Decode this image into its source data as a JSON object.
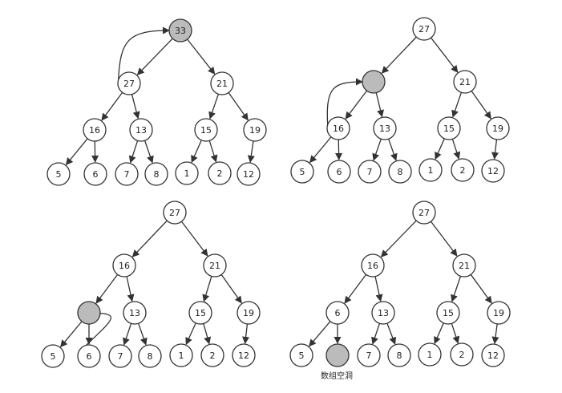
{
  "colors": {
    "stroke": "#333333",
    "node_fill": "#ffffff",
    "hole_fill": "#bbbbbb"
  },
  "diagrams": [
    {
      "nodes": [
        {
          "id": "root",
          "label": "33",
          "hole": true
        },
        {
          "id": "l",
          "label": "27"
        },
        {
          "id": "r",
          "label": "21"
        },
        {
          "id": "ll",
          "label": "16"
        },
        {
          "id": "lr",
          "label": "13"
        },
        {
          "id": "rl",
          "label": "15"
        },
        {
          "id": "rr",
          "label": "19"
        },
        {
          "id": "lll",
          "label": "5"
        },
        {
          "id": "llr",
          "label": "6"
        },
        {
          "id": "lrl",
          "label": "7"
        },
        {
          "id": "lrr",
          "label": "8"
        },
        {
          "id": "rll",
          "label": "1"
        },
        {
          "id": "rlr",
          "label": "2"
        },
        {
          "id": "rrl",
          "label": "12"
        }
      ],
      "curved_arrow": {
        "from": "l",
        "to": "root"
      }
    },
    {
      "nodes": [
        {
          "id": "root",
          "label": "27"
        },
        {
          "id": "l",
          "label": "",
          "hole": true
        },
        {
          "id": "r",
          "label": "21"
        },
        {
          "id": "ll",
          "label": "16"
        },
        {
          "id": "lr",
          "label": "13"
        },
        {
          "id": "rl",
          "label": "15"
        },
        {
          "id": "rr",
          "label": "19"
        },
        {
          "id": "lll",
          "label": "5"
        },
        {
          "id": "llr",
          "label": "6"
        },
        {
          "id": "lrl",
          "label": "7"
        },
        {
          "id": "lrr",
          "label": "8"
        },
        {
          "id": "rll",
          "label": "1"
        },
        {
          "id": "rlr",
          "label": "2"
        },
        {
          "id": "rrl",
          "label": "12"
        }
      ],
      "curved_arrow": {
        "from": "ll",
        "to": "l"
      }
    },
    {
      "nodes": [
        {
          "id": "root",
          "label": "27"
        },
        {
          "id": "l",
          "label": "16"
        },
        {
          "id": "r",
          "label": "21"
        },
        {
          "id": "ll",
          "label": "",
          "hole": true
        },
        {
          "id": "lr",
          "label": "13"
        },
        {
          "id": "rl",
          "label": "15"
        },
        {
          "id": "rr",
          "label": "19"
        },
        {
          "id": "lll",
          "label": "5"
        },
        {
          "id": "llr",
          "label": "6"
        },
        {
          "id": "lrl",
          "label": "7"
        },
        {
          "id": "lrr",
          "label": "8"
        },
        {
          "id": "rll",
          "label": "1"
        },
        {
          "id": "rlr",
          "label": "2"
        },
        {
          "id": "rrl",
          "label": "12"
        }
      ],
      "curved_arrow": {
        "from": "llr",
        "to": "ll"
      }
    },
    {
      "nodes": [
        {
          "id": "root",
          "label": "27"
        },
        {
          "id": "l",
          "label": "16"
        },
        {
          "id": "r",
          "label": "21"
        },
        {
          "id": "ll",
          "label": "6"
        },
        {
          "id": "lr",
          "label": "13"
        },
        {
          "id": "rl",
          "label": "15"
        },
        {
          "id": "rr",
          "label": "19"
        },
        {
          "id": "lll",
          "label": "5"
        },
        {
          "id": "llr",
          "label": "",
          "hole": true
        },
        {
          "id": "lrl",
          "label": "7"
        },
        {
          "id": "lrr",
          "label": "8"
        },
        {
          "id": "rll",
          "label": "1"
        },
        {
          "id": "rlr",
          "label": "2"
        },
        {
          "id": "rrl",
          "label": "12"
        }
      ],
      "curved_arrow": null,
      "caption": "数组空洞"
    }
  ]
}
